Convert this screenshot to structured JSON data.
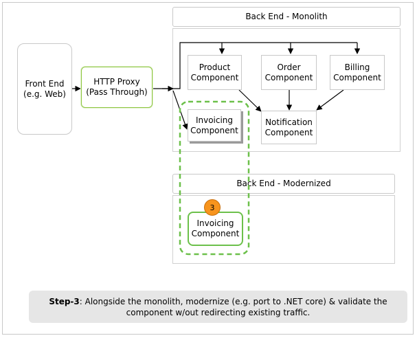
{
  "monolith": {
    "title": "Back End - Monolith",
    "product": "Product\nComponent",
    "order": "Order\nComponent",
    "billing": "Billing\nComponent",
    "invoicing": "Invoicing\nComponent",
    "notification": "Notification\nComponent"
  },
  "modernized": {
    "title": "Back End - Modernized",
    "invoicing": "Invoicing\nComponent",
    "step_badge": "3"
  },
  "front_end": {
    "label": "Front End\n(e.g. Web)"
  },
  "proxy": {
    "label": "HTTP Proxy\n(Pass Through)"
  },
  "note": {
    "step": "Step-3",
    "text": ": Alongside the monolith, modernize (e.g. port to .NET core) & validate the component w/out redirecting existing traffic."
  },
  "colors": {
    "highlight_green": "#6cc04a",
    "badge_orange": "#f7941d",
    "note_gray": "#e6e6e6"
  }
}
